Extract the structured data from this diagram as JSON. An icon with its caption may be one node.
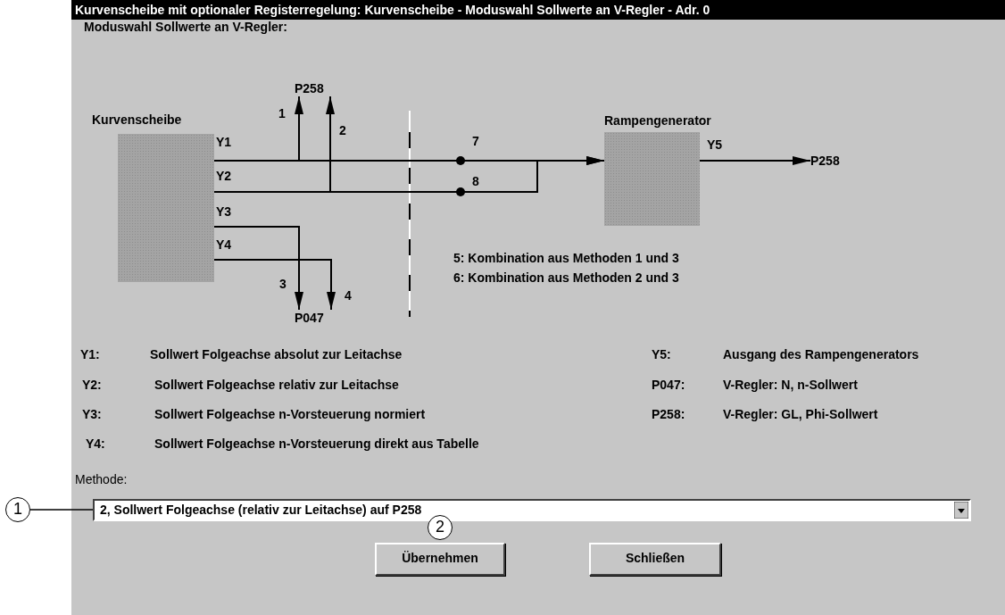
{
  "diagram": {
    "title": "Kurvenscheibe mit optionaler Registerregelung: Kurvenscheibe - Moduswahl Sollwerte an V-Regler - Adr. 0",
    "nodes": [
      {
        "text": [
          "Kurvenscheibe"
        ]
      },
      {
        "text": [
          "Rampengenerator"
        ]
      },
      {
        "text": [
          "P258"
        ]
      },
      {
        "text": [
          "P047"
        ]
      },
      {
        "text": [
          "P258"
        ]
      },
      {
        "text": [
          "1"
        ]
      },
      {
        "text": [
          "2, Sollwert Folgeachse (relativ zur Leitachse) auf P258"
        ]
      },
      {
        "text": [
          "2"
        ]
      },
      {
        "text": [
          "Übernehmen"
        ]
      },
      {
        "text": [
          "Schließen"
        ]
      }
    ],
    "edges": [
      {
        "from": 0,
        "to": 2,
        "arrow": "to",
        "label": "1"
      },
      {
        "from": 0,
        "to": 2,
        "arrow": "to",
        "label": "2"
      },
      {
        "from": 0,
        "to": 3,
        "arrow": "to",
        "label": "3"
      },
      {
        "from": 0,
        "to": 3,
        "arrow": "to",
        "label": "4"
      },
      {
        "from": 0,
        "to": 1,
        "arrow": "to",
        "label": "7"
      },
      {
        "from": 0,
        "to": 1,
        "arrow": "to",
        "label": "8"
      },
      {
        "from": 1,
        "to": 4,
        "arrow": "to"
      },
      {
        "from": 5,
        "to": 6,
        "arrow": "none"
      }
    ],
    "labels": [
      "Moduswahl Sollwerte an V-Regler:",
      "Y1",
      "Y2",
      "Y3",
      "Y4",
      "Y5",
      "5: Kombination aus Methoden 1 und 3",
      "6: Kombination aus Methoden 2 und 3",
      "Y1:",
      "Sollwert Folgeachse absolut zur Leitachse",
      "Y5:",
      "Ausgang des Rampengenerators",
      "Y2:",
      "Sollwert Folgeachse relativ zur Leitachse",
      "P047:",
      "V-Regler: N, n-Sollwert",
      "Y3:",
      "Sollwert Folgeachse n-Vorsteuerung normiert",
      "P258:",
      "V-Regler: GL, Phi-Sollwert",
      "Y4:",
      "Sollwert Folgeachse n-Vorsteuerung direkt aus Tabelle",
      "Methode:"
    ]
  }
}
